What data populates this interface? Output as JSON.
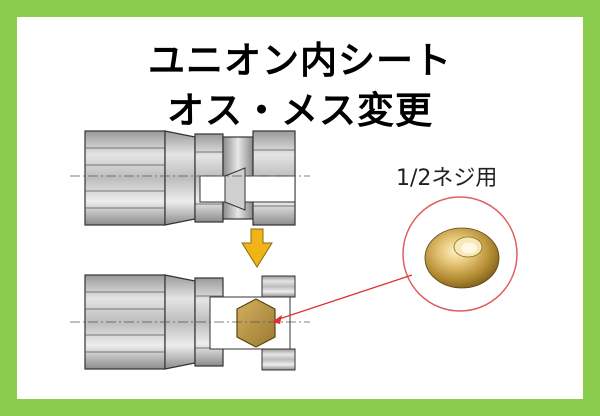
{
  "title": {
    "line1": "ユニオン内シート",
    "line2": "オス・メス変更"
  },
  "spec_label": "1/2ネジ用",
  "colors": {
    "border": "#8ccc4c",
    "arrow": "#f0b418",
    "brass": "#b89848",
    "callout": "#e03030"
  },
  "icons": {
    "arrow": "down-arrow-icon",
    "seat": "brass-seat-icon"
  }
}
